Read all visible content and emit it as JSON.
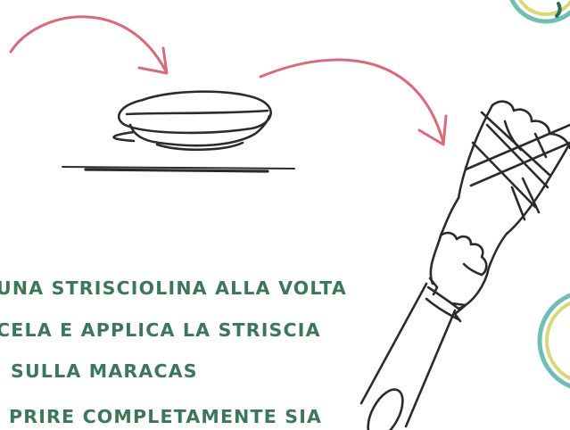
{
  "instructions": {
    "lines": [
      "UNA STRISCIOLINA ALLA VOLTA",
      "CELA E APPLICA LA STRISCIA",
      "SULLA MARACAS",
      "PRIRE COMPLETAMENTE SIA"
    ]
  },
  "colors": {
    "text": "#3e7659",
    "arrow": "#d86a7a",
    "outline": "#2b2b2b",
    "badge_teal": "#6fbfb4",
    "badge_yellow": "#d9d77a"
  }
}
